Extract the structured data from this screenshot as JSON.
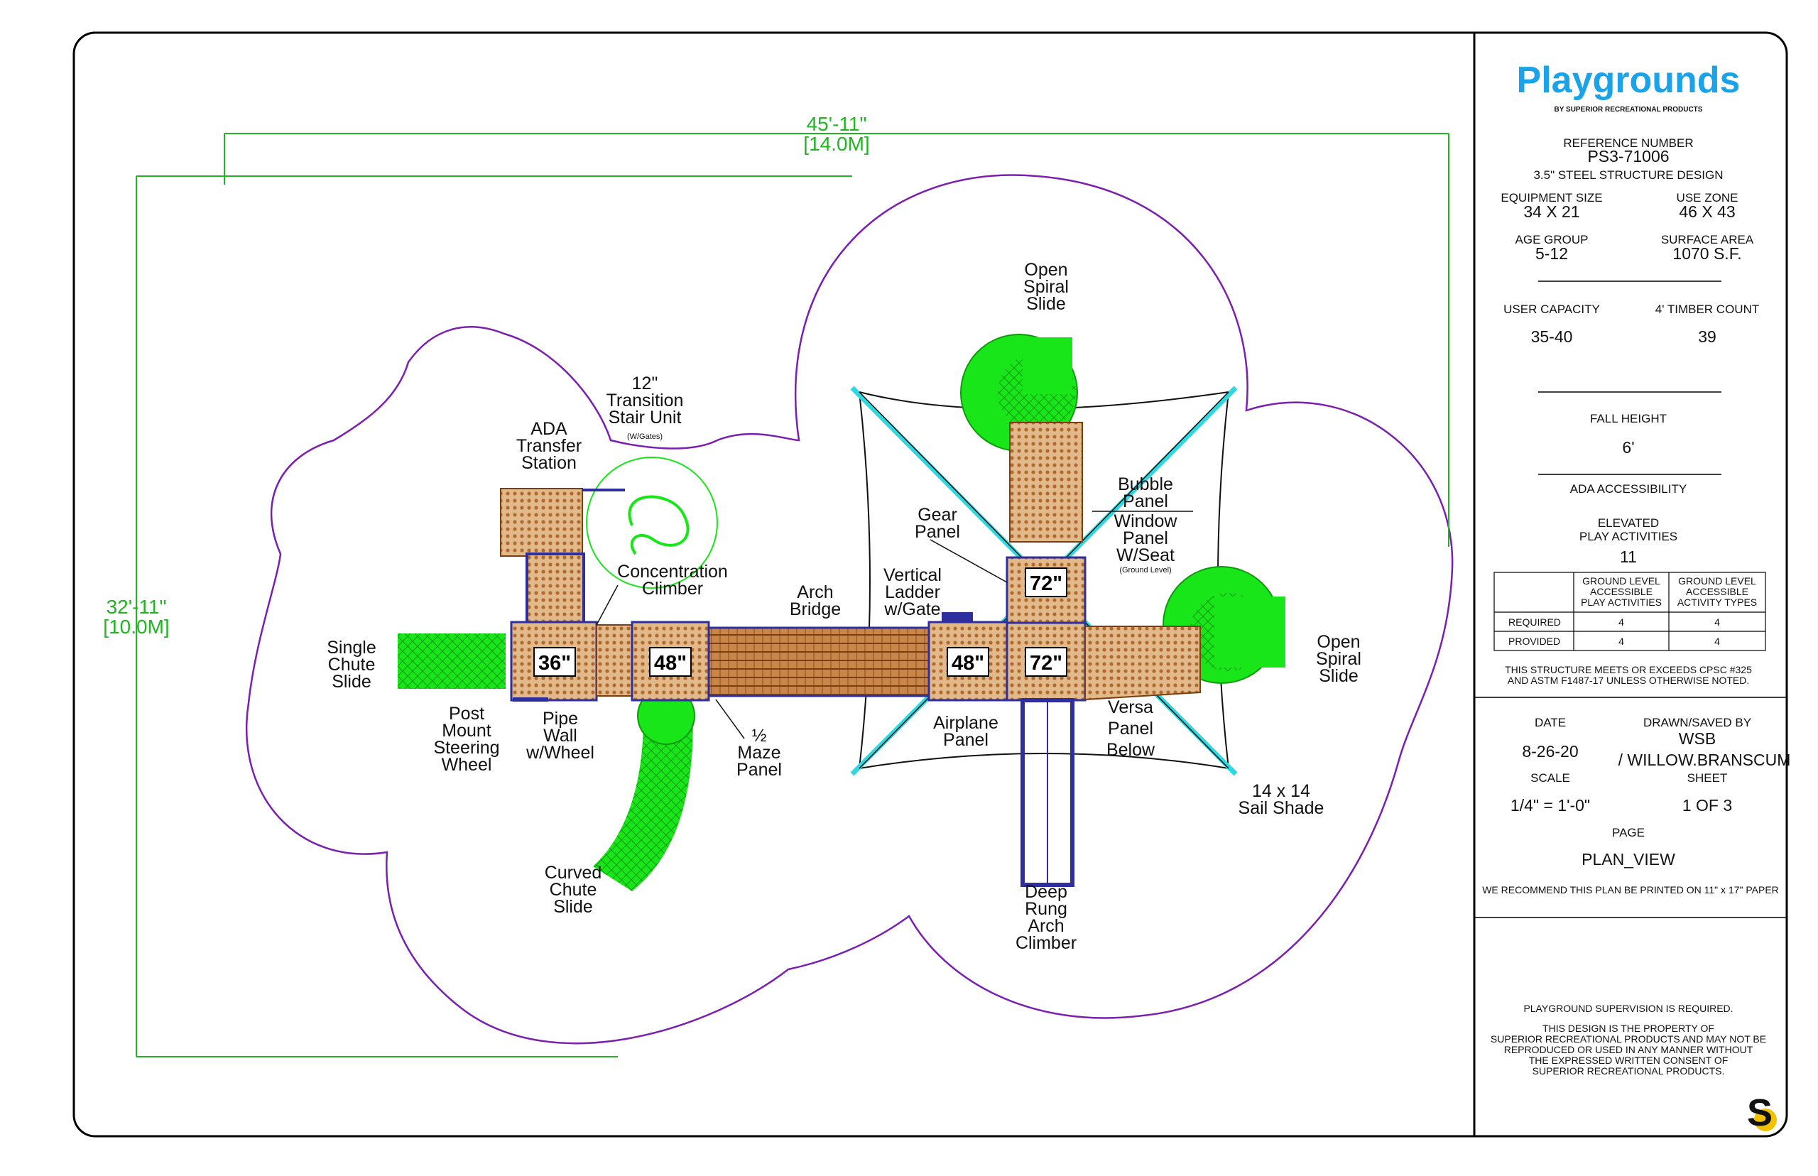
{
  "title_block": {
    "brand": "Playgrounds",
    "brand_sub": "BY SUPERIOR RECREATIONAL PRODUCTS",
    "reference_label": "REFERENCE NUMBER",
    "reference_number": "PS3-71006",
    "structure_design": "3.5\" STEEL STRUCTURE DESIGN",
    "equipment_size_label": "EQUIPMENT SIZE",
    "equipment_size": "34 X 21",
    "use_zone_label": "USE ZONE",
    "use_zone": "46 X 43",
    "age_group_label": "AGE GROUP",
    "age_group": "5-12",
    "surface_area_label": "SURFACE AREA",
    "surface_area": "1070 S.F.",
    "user_capacity_label": "USER CAPACITY",
    "user_capacity": "35-40",
    "timber_count_label": "4' TIMBER COUNT",
    "timber_count": "39",
    "fall_height_label": "FALL HEIGHT",
    "fall_height": "6'",
    "ada_label": "ADA ACCESSIBILITY",
    "elevated_label_1": "ELEVATED",
    "elevated_label_2": "PLAY ACTIVITIES",
    "elevated_value": "11",
    "table": {
      "col1": [
        "GROUND LEVEL",
        "ACCESSIBLE",
        "PLAY ACTIVITIES"
      ],
      "col2": [
        "GROUND LEVEL",
        "ACCESSIBLE",
        "ACTIVITY TYPES"
      ],
      "rows": [
        {
          "label": "REQUIRED",
          "a": "4",
          "b": "4"
        },
        {
          "label": "PROVIDED",
          "a": "4",
          "b": "4"
        }
      ]
    },
    "compliance_1": "THIS STRUCTURE MEETS OR EXCEEDS CPSC #325",
    "compliance_2": "AND ASTM F1487-17 UNLESS OTHERWISE NOTED.",
    "date_label": "DATE",
    "date": "8-26-20",
    "drawn_label": "DRAWN/SAVED BY",
    "drawn_1": "WSB",
    "drawn_2": "/ WILLOW.BRANSCUM",
    "scale_label": "SCALE",
    "scale": "1/4\" = 1'-0\"",
    "sheet_label": "SHEET",
    "sheet": "1 OF 3",
    "page_label": "PAGE",
    "page": "PLAN_VIEW",
    "print_note": "WE RECOMMEND THIS PLAN BE PRINTED ON 11\" x 17\" PAPER",
    "supervision": "PLAYGROUND SUPERVISION IS REQUIRED.",
    "legal": [
      "THIS DESIGN IS THE PROPERTY OF",
      "SUPERIOR RECREATIONAL PRODUCTS AND MAY NOT BE",
      "REPRODUCED OR USED IN ANY MANNER WITHOUT",
      "THE EXPRESSED WRITTEN CONSENT OF",
      "SUPERIOR RECREATIONAL PRODUCTS."
    ],
    "logo_mark": "S"
  },
  "dimensions": {
    "width_ft": "45'-11\"",
    "width_m": "[14.0M]",
    "height_ft": "32'-11\"",
    "height_m": "[10.0M]"
  },
  "deck_heights": [
    "36\"",
    "48\"",
    "48\"",
    "72\"",
    "72\""
  ],
  "labels": {
    "ada_1": "ADA",
    "ada_2": "Transfer",
    "ada_3": "Station",
    "stair_1": "12\"",
    "stair_2": "Transition",
    "stair_3": "Stair Unit",
    "stair_4": "(W/Gates)",
    "conc_1": "Concentration",
    "conc_2": "Climber",
    "arch_1": "Arch",
    "arch_2": "Bridge",
    "vl_1": "Vertical",
    "vl_2": "Ladder",
    "vl_3": "w/Gate",
    "gear_1": "Gear",
    "gear_2": "Panel",
    "bubble_1": "Bubble",
    "bubble_2": "Panel",
    "win_1": "Window",
    "win_2": "Panel",
    "win_3": "W/Seat",
    "win_4": "(Ground Level)",
    "osp1_1": "Open",
    "osp1_2": "Spiral",
    "osp1_3": "Slide",
    "osp2_1": "Open",
    "osp2_2": "Spiral",
    "osp2_3": "Slide",
    "single_1": "Single",
    "single_2": "Chute",
    "single_3": "Slide",
    "post_1": "Post",
    "post_2": "Mount",
    "post_3": "Steering",
    "post_4": "Wheel",
    "pipe_1": "Pipe",
    "pipe_2": "Wall",
    "pipe_3": "w/Wheel",
    "maze_1": "½",
    "maze_2": "Maze",
    "maze_3": "Panel",
    "curved_1": "Curved",
    "curved_2": "Chute",
    "curved_3": "Slide",
    "airplane_1": "Airplane",
    "airplane_2": "Panel",
    "versa_1": "Versa",
    "versa_2": "Panel",
    "versa_3": "Below",
    "sail_1": "14 x 14",
    "sail_2": "Sail Shade",
    "deep_1": "Deep",
    "deep_2": "Rung",
    "deep_3": "Arch",
    "deep_4": "Climber"
  },
  "colors": {
    "slide": "#19e619",
    "deck": "#c8864a",
    "structure": "#2e2e9e",
    "use_zone": "#7a1fb0",
    "dimension": "#21b521",
    "sail": "#2fd8e0",
    "brand": "#1aa3e8"
  }
}
